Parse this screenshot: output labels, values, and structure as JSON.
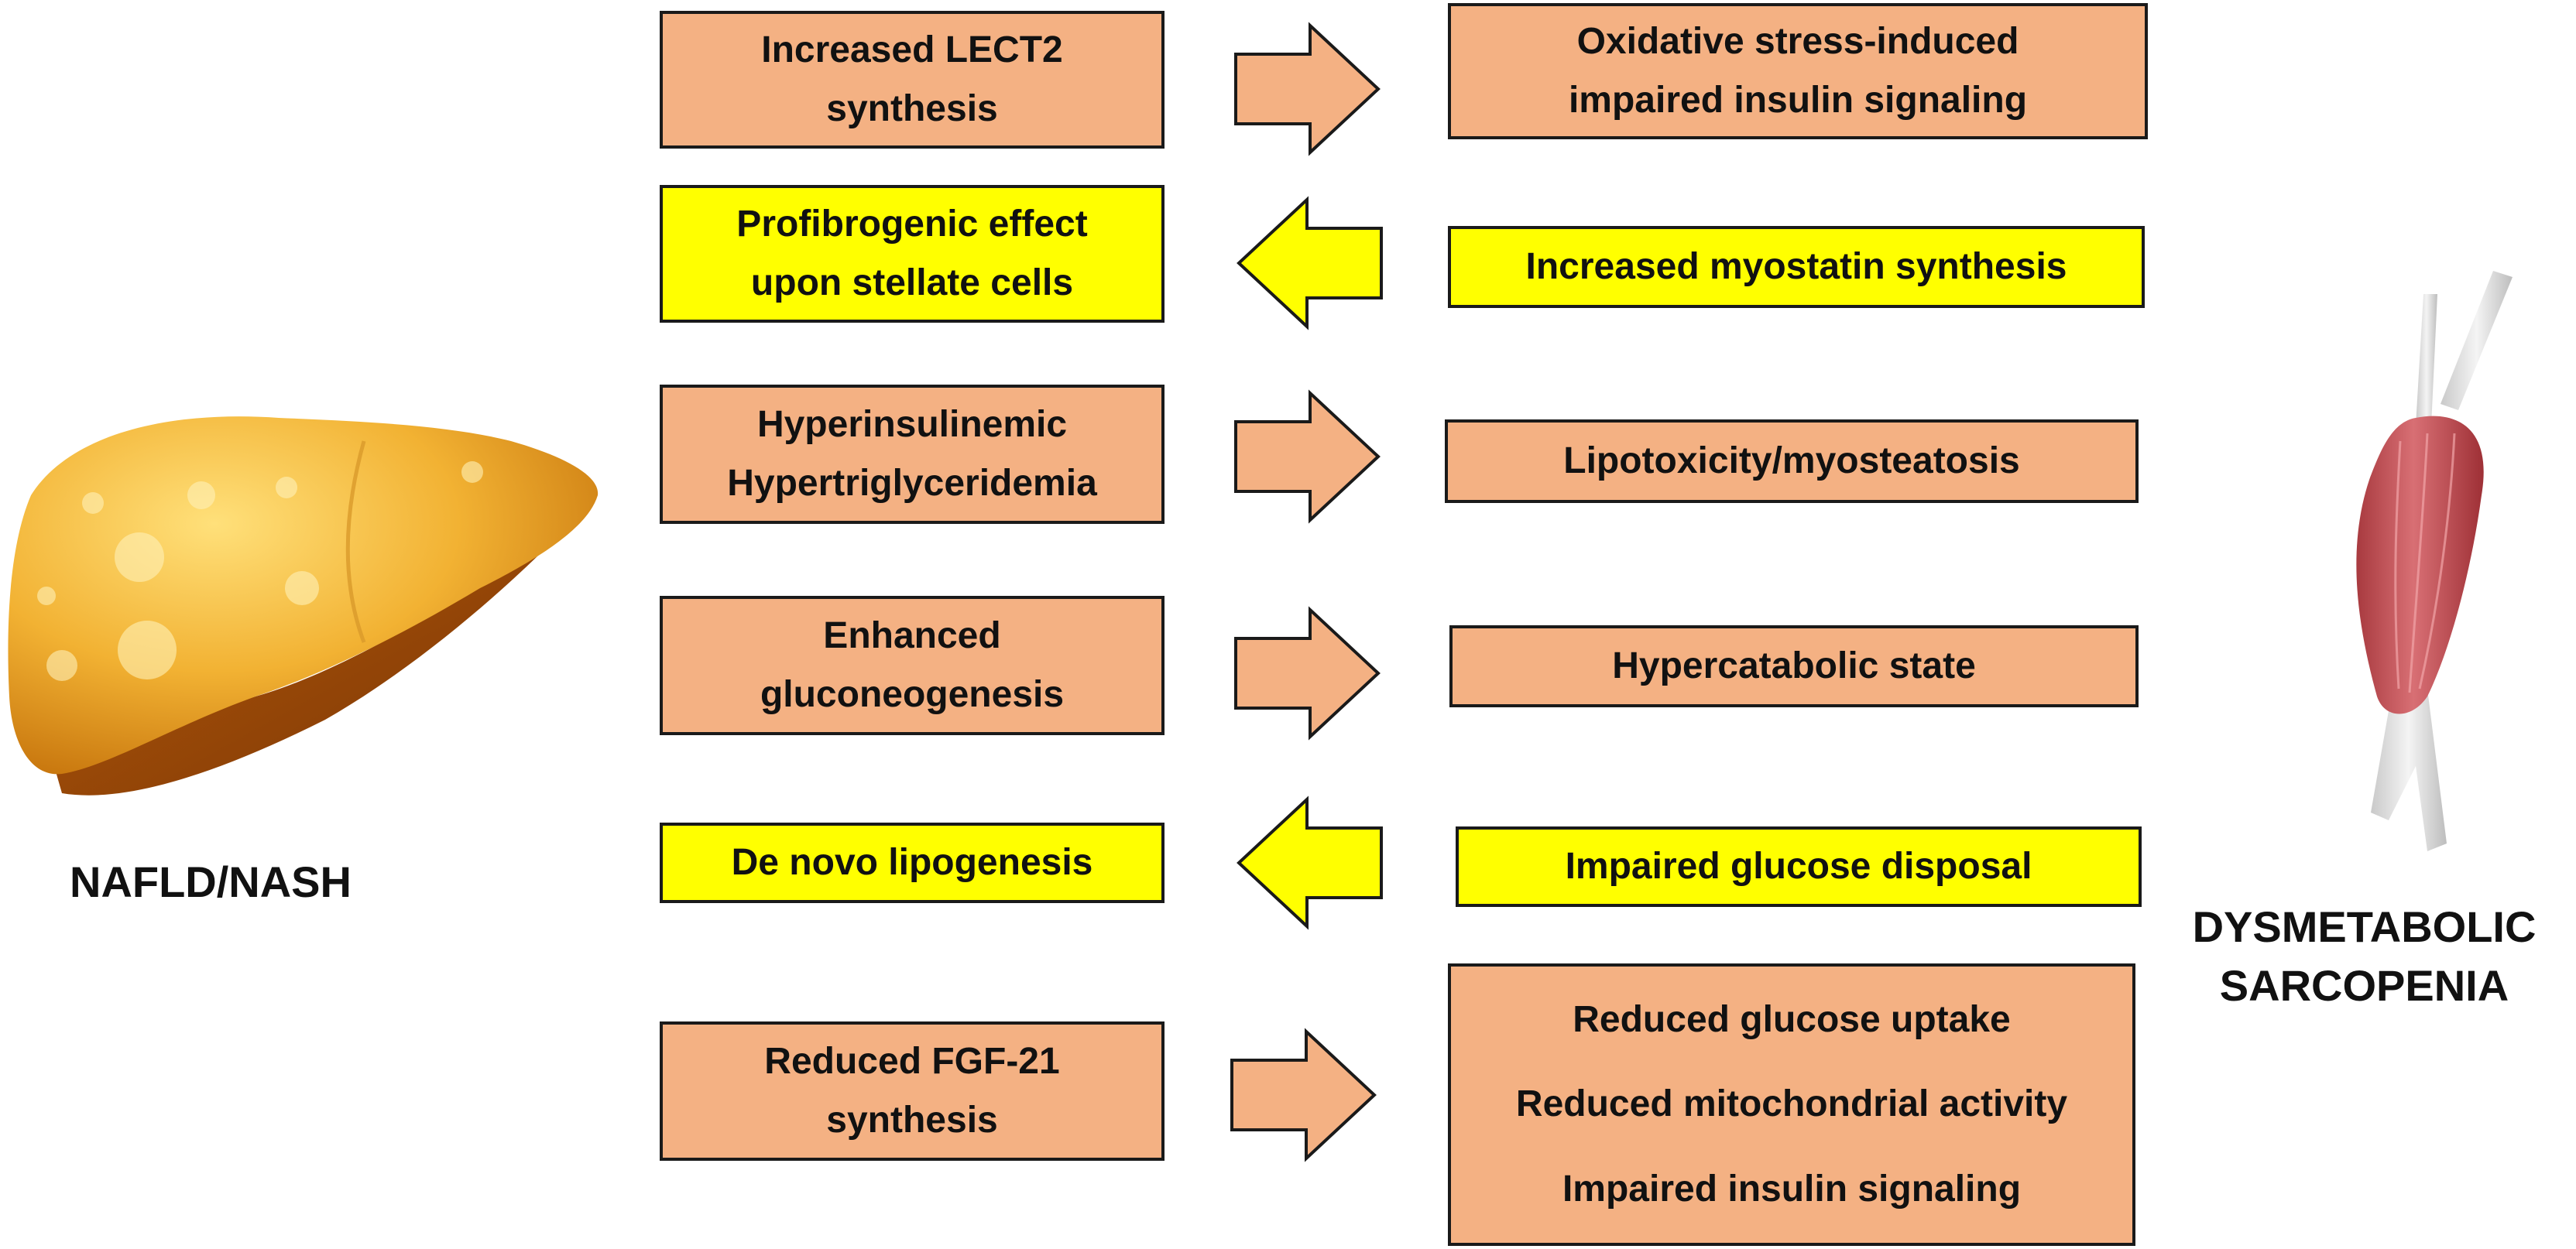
{
  "colors": {
    "orange": "#F4B183",
    "yellow": "#FFFF00",
    "border": "#1a1a1a"
  },
  "labels": {
    "liver": "NAFLD/NASH",
    "muscle": [
      "DYSMETABOLIC",
      "SARCOPENIA"
    ]
  },
  "rows": [
    {
      "left": [
        "Increased LECT2",
        "synthesis"
      ],
      "left_color": "orange",
      "arrow": "right",
      "right": [
        "Oxidative stress-induced",
        "impaired insulin signaling"
      ],
      "right_color": "orange"
    },
    {
      "left": [
        "Profibrogenic  effect",
        "upon stellate cells"
      ],
      "left_color": "yellow",
      "arrow": "left",
      "right": [
        "Increased myostatin synthesis"
      ],
      "right_color": "yellow"
    },
    {
      "left": [
        "Hyperinsulinemic",
        "Hypertriglyceridemia"
      ],
      "left_color": "orange",
      "arrow": "right",
      "right": [
        "Lipotoxicity/myosteatosis"
      ],
      "right_color": "orange"
    },
    {
      "left": [
        "Enhanced",
        "gluconeogenesis"
      ],
      "left_color": "orange",
      "arrow": "right",
      "right": [
        "Hypercatabolic state"
      ],
      "right_color": "orange"
    },
    {
      "left": [
        "De novo lipogenesis"
      ],
      "left_color": "yellow",
      "arrow": "left",
      "right": [
        "Impaired glucose disposal"
      ],
      "right_color": "yellow"
    },
    {
      "left": [
        "Reduced FGF-21",
        "synthesis"
      ],
      "left_color": "orange",
      "arrow": "right",
      "right": [
        "Reduced glucose uptake",
        "Reduced mitochondrial  activity",
        "Impaired insulin signaling"
      ],
      "right_color": "orange"
    }
  ]
}
